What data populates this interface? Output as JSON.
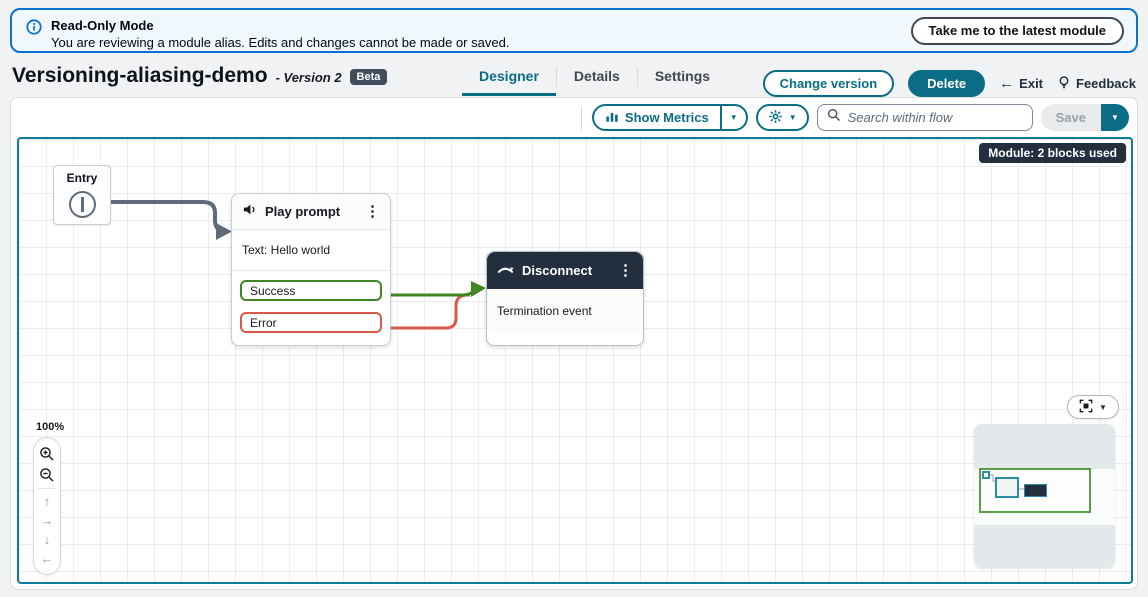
{
  "banner": {
    "title": "Read-Only Mode",
    "message": "You are reviewing a module alias. Edits and changes cannot be made or saved.",
    "action_label": "Take me to the latest module"
  },
  "header": {
    "title": "Versioning-aliasing-demo",
    "version_suffix": "- Version 2",
    "beta_badge": "Beta",
    "tabs": [
      {
        "label": "Designer",
        "active": true
      },
      {
        "label": "Details",
        "active": false
      },
      {
        "label": "Settings",
        "active": false
      }
    ],
    "change_version_label": "Change version",
    "delete_label": "Delete",
    "exit_label": "Exit",
    "feedback_label": "Feedback"
  },
  "toolbar": {
    "show_metrics_label": "Show Metrics",
    "search_placeholder": "Search within flow",
    "save_label": "Save"
  },
  "canvas": {
    "module_badge": "Module: 2 blocks used",
    "zoom_level": "100%",
    "blocks": {
      "entry": {
        "label": "Entry"
      },
      "play_prompt": {
        "title": "Play prompt",
        "body": "Text: Hello world",
        "ports": [
          {
            "label": "Success"
          },
          {
            "label": "Error"
          }
        ]
      },
      "disconnect": {
        "title": "Disconnect",
        "body": "Termination event"
      }
    }
  },
  "icons": {
    "caret_down": "▼",
    "ellipsis": "⋮",
    "arrow_left": "←",
    "pan_up": "↑",
    "pan_right": "→",
    "pan_down": "↓",
    "pan_left": "←"
  },
  "colors": {
    "accent_teal": "#0b6d85",
    "banner_blue": "#0972d3",
    "success_green": "#3f8624",
    "error_red": "#d6594a",
    "dark_navy": "#232f3e",
    "connector_slate": "#5f6b7a",
    "canvas_border": "#0e7c99"
  }
}
